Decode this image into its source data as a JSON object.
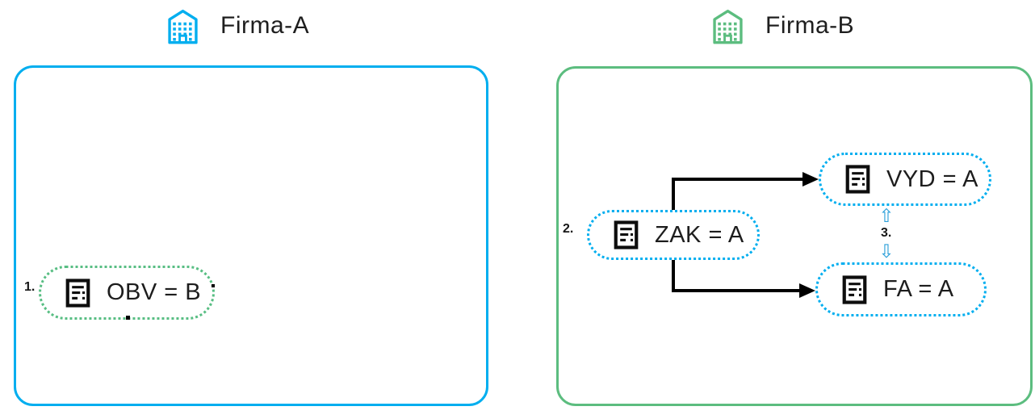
{
  "companies": {
    "a": {
      "title": "Firma-A"
    },
    "b": {
      "title": "Firma-B"
    }
  },
  "steps": {
    "s1": "1.",
    "s2": "2.",
    "s3": "3."
  },
  "nodes": {
    "obv": "OBV = B",
    "zak": "ZAK = A",
    "vyd": "VYD = A",
    "fa": "FA = A"
  },
  "glyphs": {
    "arrow_up": "⇧",
    "arrow_down": "⇩"
  },
  "colors": {
    "blue": "#00aeef",
    "green": "#5cbd7f",
    "green_dot": "#58be83",
    "blue_arrow": "#2b9fd9",
    "connector": "#000000",
    "text": "#1d1d1d"
  }
}
